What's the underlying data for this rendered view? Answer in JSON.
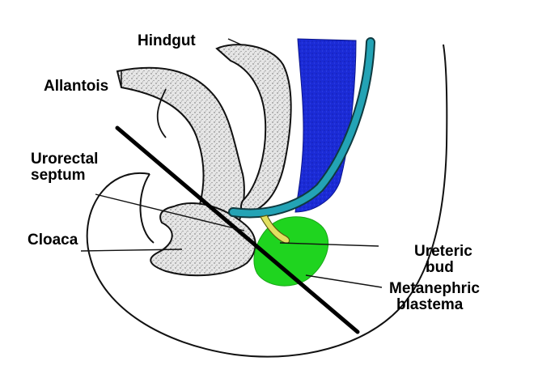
{
  "labels": {
    "hindgut": "Hindgut",
    "allantois": "Allantois",
    "urorectal_line1": "Urorectal",
    "urorectal_line2": "septum",
    "cloaca": "Cloaca",
    "ureteric_line1": "Ureteric",
    "ureteric_line2": "bud",
    "metanephric_line1": "Metanephric",
    "metanephric_line2": "blastema"
  },
  "colors": {
    "hindgut_blue": "#1b2bd6",
    "mesonephric_duct": "#23a3b5",
    "blastema_green": "#1fd41f",
    "ureteric_bud": "#e2e060",
    "gut_fill": "#dcdcdc",
    "cut_line": "#000000"
  }
}
